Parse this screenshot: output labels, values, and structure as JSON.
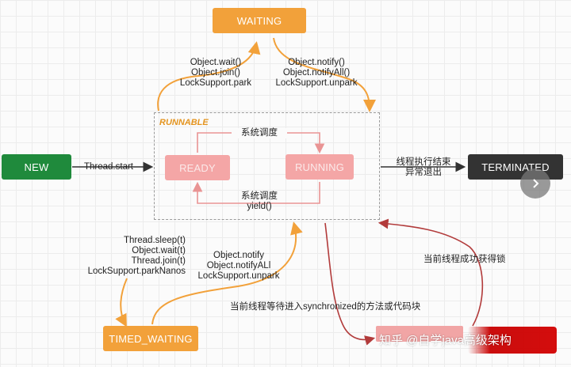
{
  "states": {
    "waiting": "WAITING",
    "new": "NEW",
    "ready": "READY",
    "running": "RUNNING",
    "terminated": "TERMINATED",
    "timed_waiting": "TIMED_WAITING"
  },
  "runnable_label": "RUNNABLE",
  "transitions": {
    "to_waiting": [
      "Object.wait()",
      "Object.join()",
      "LockSupport.park"
    ],
    "from_waiting": [
      "Object.notify()",
      "Object.notifyAll()",
      "LockSupport.unpark"
    ],
    "thread_start": "Thread.start",
    "ready_to_running": "系统调度",
    "running_to_ready": [
      "系统调度",
      "yield()"
    ],
    "to_terminated": [
      "线程执行结束",
      "异常退出"
    ],
    "to_timed_waiting": [
      "Thread.sleep(t)",
      "Object.wait(t)",
      "Thread.join(t)",
      "LockSupport.parkNanos"
    ],
    "from_timed_waiting": [
      "Object.notify",
      "Object.notifyALl",
      "LockSupport.unpark"
    ],
    "to_blocked": "当前线程等待进入synchronized的方法或代码块",
    "from_blocked": "当前线程成功获得锁"
  },
  "watermark": "知乎 @自学java高级架构",
  "nav_icon": "chevron-right-icon",
  "colors": {
    "orange": "#f2a13a",
    "green": "#1f8a3c",
    "pink": "#f4a6a6",
    "dark": "#333333",
    "red_arrow": "#b23b3b",
    "accent_runnable": "#e4941f"
  }
}
